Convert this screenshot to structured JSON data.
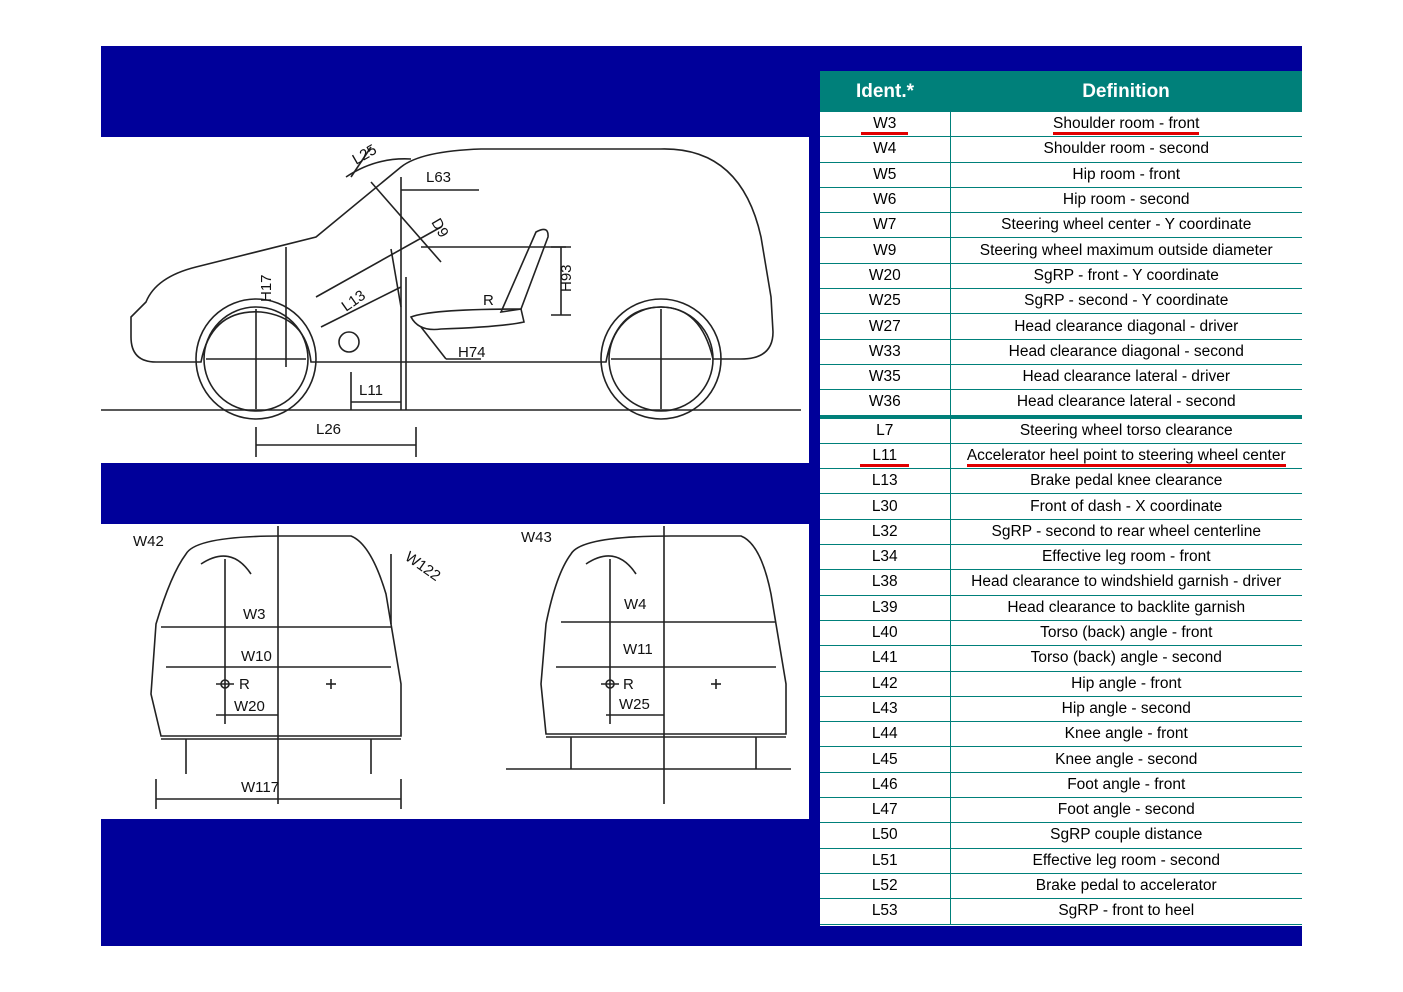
{
  "table": {
    "headers": {
      "ident": "Ident.*",
      "definition": "Definition"
    },
    "rows": [
      {
        "ident": "W3",
        "definition": "Shoulder room - front"
      },
      {
        "ident": "W4",
        "definition": "Shoulder room - second"
      },
      {
        "ident": "W5",
        "definition": "Hip room - front"
      },
      {
        "ident": "W6",
        "definition": "Hip room - second"
      },
      {
        "ident": "W7",
        "definition": "Steering wheel center - Y coordinate"
      },
      {
        "ident": "W9",
        "definition": "Steering wheel maximum outside diameter"
      },
      {
        "ident": "W20",
        "definition": "SgRP - front - Y coordinate"
      },
      {
        "ident": "W25",
        "definition": "SgRP - second - Y coordinate"
      },
      {
        "ident": "W27",
        "definition": "Head clearance diagonal - driver"
      },
      {
        "ident": "W33",
        "definition": "Head clearance diagonal - second"
      },
      {
        "ident": "W35",
        "definition": "Head clearance lateral - driver"
      },
      {
        "ident": "W36",
        "definition": "Head clearance lateral - second"
      },
      {
        "ident": "L7",
        "definition": "Steering wheel torso clearance"
      },
      {
        "ident": "L11",
        "definition": "Accelerator heel point to steering wheel center"
      },
      {
        "ident": "L13",
        "definition": "Brake pedal knee clearance"
      },
      {
        "ident": "L30",
        "definition": "Front of dash - X coordinate"
      },
      {
        "ident": "L32",
        "definition": "SgRP - second to rear wheel centerline"
      },
      {
        "ident": "L34",
        "definition": "Effective leg room - front"
      },
      {
        "ident": "L38",
        "definition": "Head clearance to windshield garnish - driver"
      },
      {
        "ident": "L39",
        "definition": "Head clearance to backlite garnish"
      },
      {
        "ident": "L40",
        "definition": "Torso (back) angle - front"
      },
      {
        "ident": "L41",
        "definition": "Torso (back) angle - second"
      },
      {
        "ident": "L42",
        "definition": "Hip angle - front"
      },
      {
        "ident": "L43",
        "definition": "Hip angle - second"
      },
      {
        "ident": "L44",
        "definition": "Knee angle - front"
      },
      {
        "ident": "L45",
        "definition": "Knee angle - second"
      },
      {
        "ident": "L46",
        "definition": "Foot angle  - front"
      },
      {
        "ident": "L47",
        "definition": "Foot angle - second"
      },
      {
        "ident": "L50",
        "definition": "SgRP couple distance"
      },
      {
        "ident": "L51",
        "definition": "Effective leg room - second"
      },
      {
        "ident": "L52",
        "definition": "Brake pedal to accelerator"
      },
      {
        "ident": "L53",
        "definition": "SgRP - front to heel"
      }
    ]
  },
  "side_view_labels": {
    "l25": "L25",
    "l63": "L63",
    "d9": "D9",
    "h17": "H17",
    "l13": "L13",
    "r": "R",
    "h93": "H93",
    "h74": "H74",
    "l11": "L11",
    "l26": "L26"
  },
  "front_view_labels": {
    "w42": "W42",
    "w122": "W122",
    "w3": "W3",
    "w10": "W10",
    "r": "R",
    "w20": "W20",
    "w117": "W117"
  },
  "rear_view_labels": {
    "w43": "W43",
    "w4": "W4",
    "w11": "W11",
    "r": "R",
    "w25": "W25"
  },
  "colors": {
    "background": "#00009a",
    "header": "#00807a",
    "highlight": "#e00000"
  }
}
